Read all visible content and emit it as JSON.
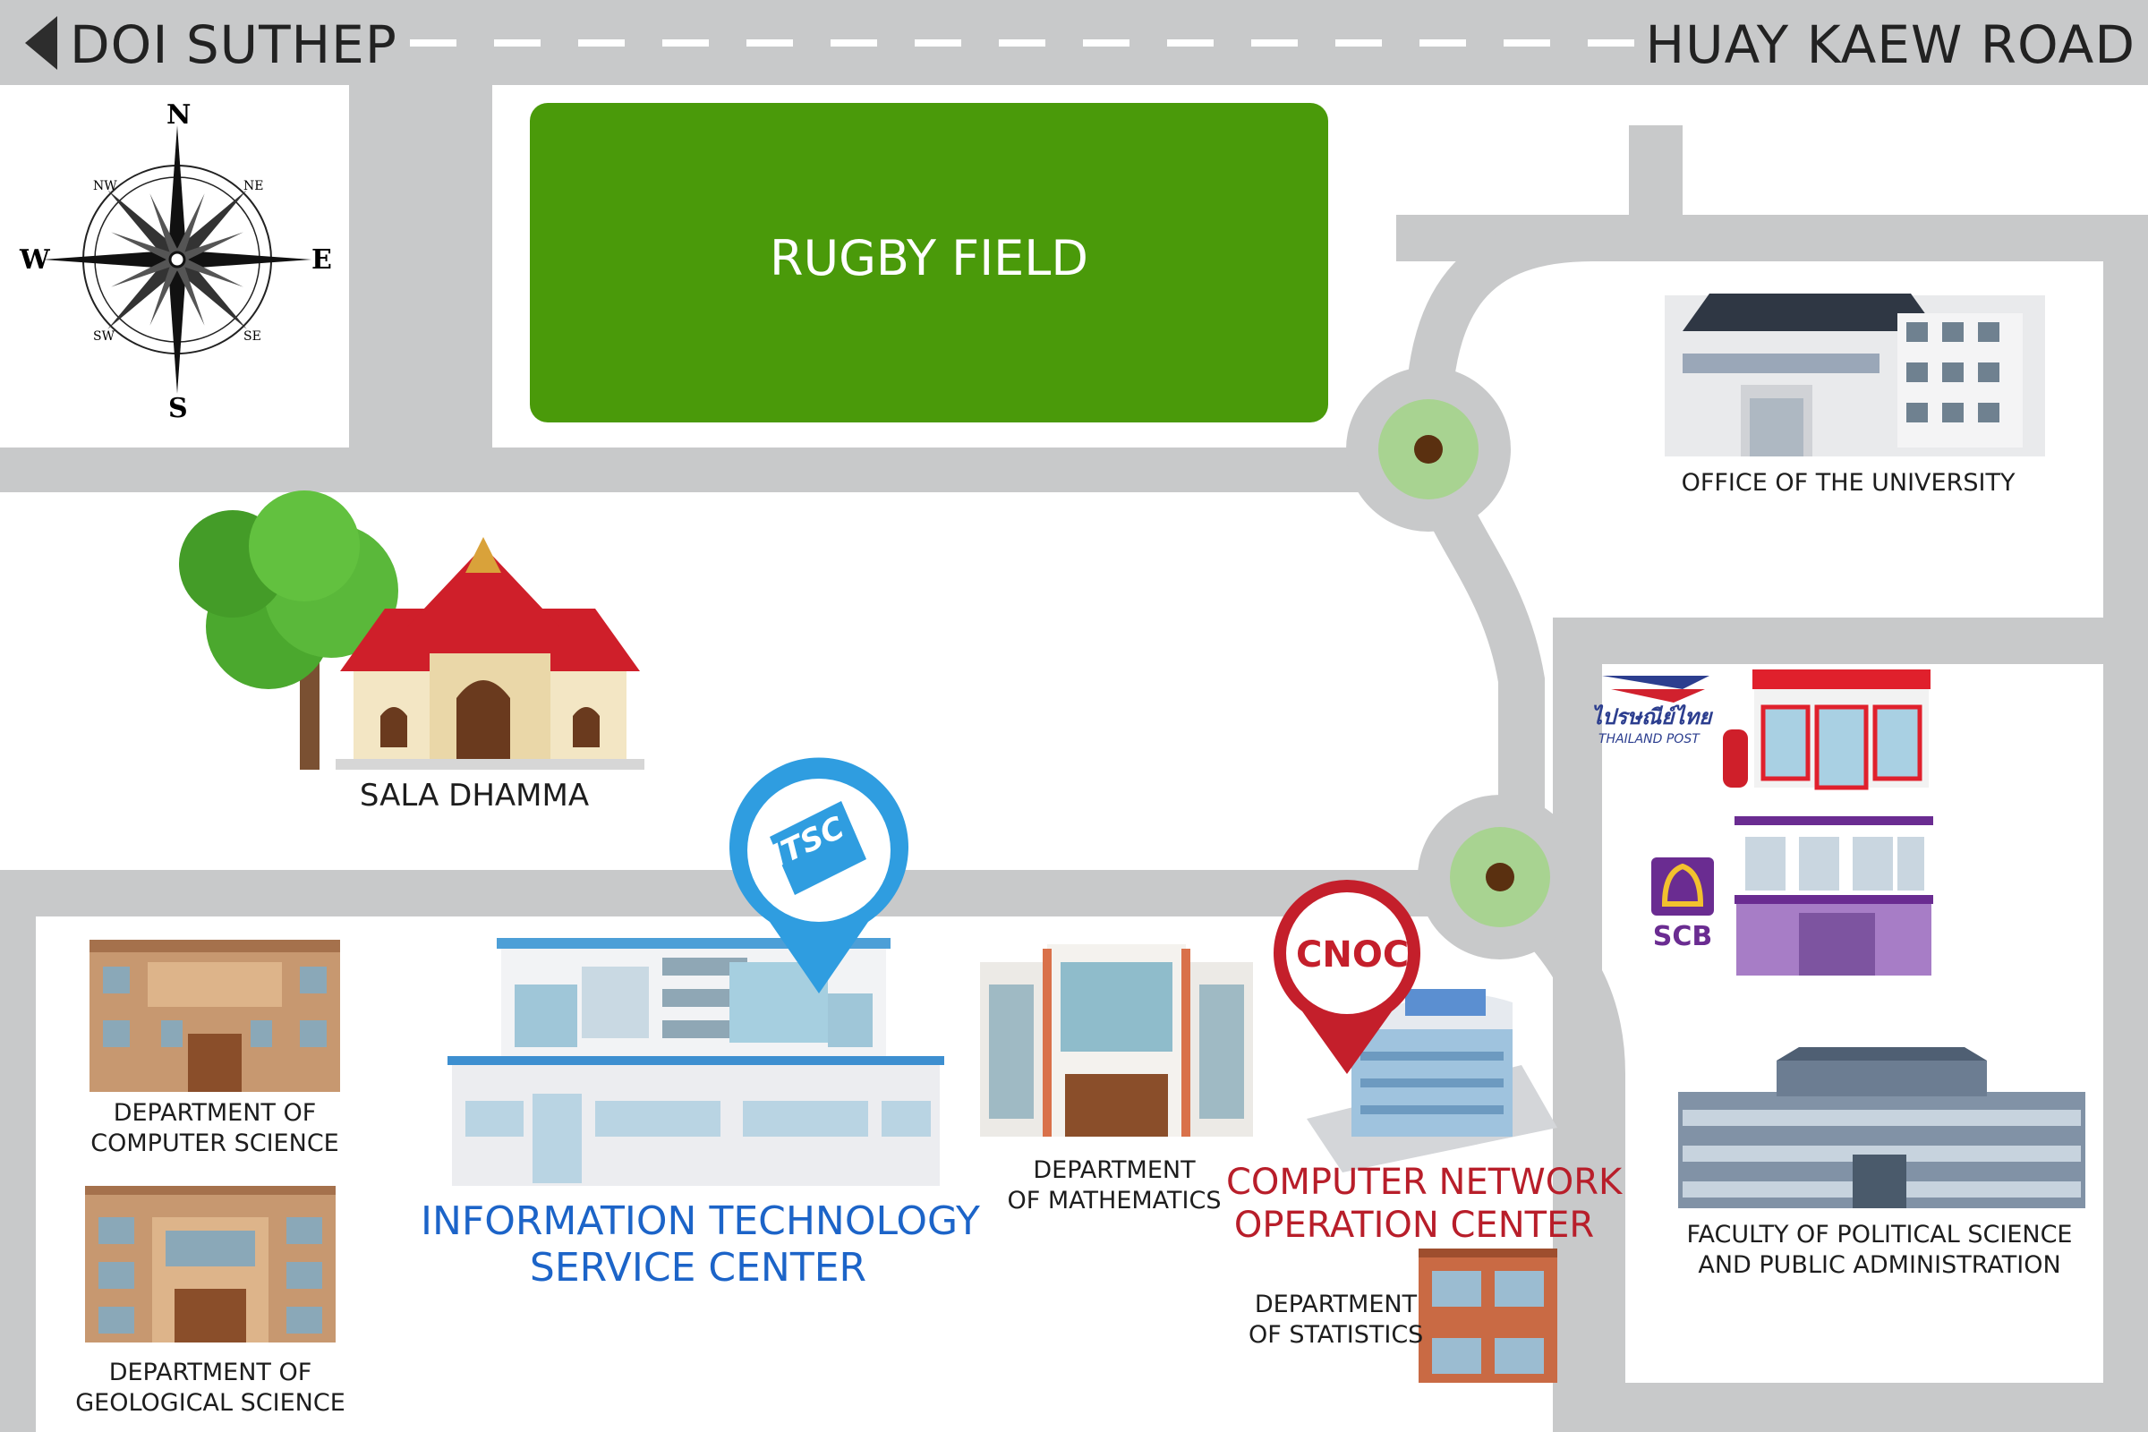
{
  "roads": {
    "left_destination": "DOI SUTHEP",
    "right_destination": "HUAY KAEW ROAD"
  },
  "compass": {
    "n": "N",
    "s": "S",
    "e": "E",
    "w": "W",
    "ne": "NE",
    "nw": "NW",
    "se": "SE",
    "sw": "SW"
  },
  "field": {
    "label": "RUGBY FIELD"
  },
  "places": {
    "office_university": "OFFICE OF THE UNIVERSITY",
    "sala_dhamma": "SALA DHAMMA",
    "itsc_line1": "INFORMATION TECHNOLOGY",
    "itsc_line2": "SERVICE CENTER",
    "cs_line1": "DEPARTMENT OF",
    "cs_line2": "COMPUTER SCIENCE",
    "geo_line1": "DEPARTMENT OF",
    "geo_line2": "GEOLOGICAL SCIENCE",
    "math_line1": "DEPARTMENT",
    "math_line2": "OF MATHEMATICS",
    "cnoc_line1": "COMPUTER NETWORK",
    "cnoc_line2": "OPERATION CENTER",
    "stat_line1": "DEPARTMENT",
    "stat_line2": "OF STATISTICS",
    "polsci_line1": "FACULTY OF POLITICAL SCIENCE",
    "polsci_line2": "AND PUBLIC ADMINISTRATION"
  },
  "markers": {
    "itsc": "ITSC",
    "cnoc": "CNOC"
  },
  "brands": {
    "post_thai": "ไปรษณีย์ไทย",
    "post_en": "THAILAND POST",
    "scb": "SCB"
  },
  "colors": {
    "road": "#c8c9ca",
    "field": "#4a9a0a",
    "roundabout": "#a8d391",
    "itsc_pin": "#2f9de0",
    "cnoc_pin": "#c41f2b",
    "scb_purple": "#6a2c91"
  }
}
